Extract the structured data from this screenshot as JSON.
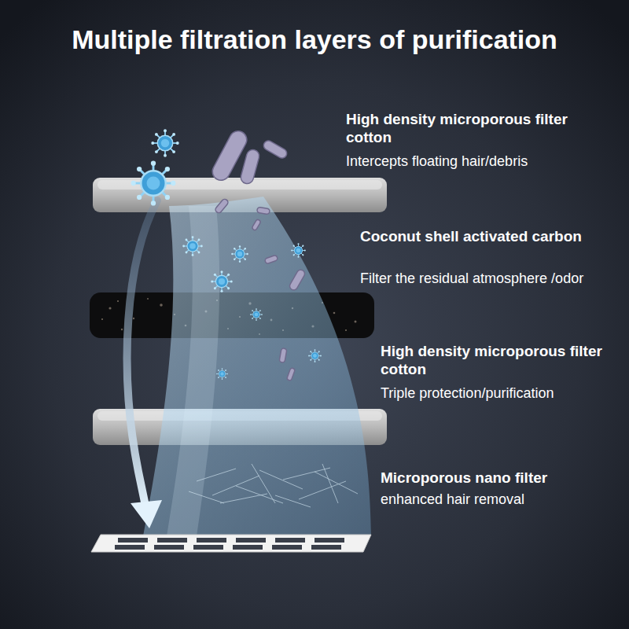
{
  "diagram": {
    "title": "Multiple filtration layers of purification",
    "labels": [
      "High density microporous filter cotton",
      "Intercepts floating hair/debris",
      "Coconut shell activated carbon",
      "Filter the residual atmosphere /odor",
      "High density microporous filter cotton",
      "Triple protection/purification",
      "Microporous nano filter",
      "enhanced hair removal"
    ]
  }
}
